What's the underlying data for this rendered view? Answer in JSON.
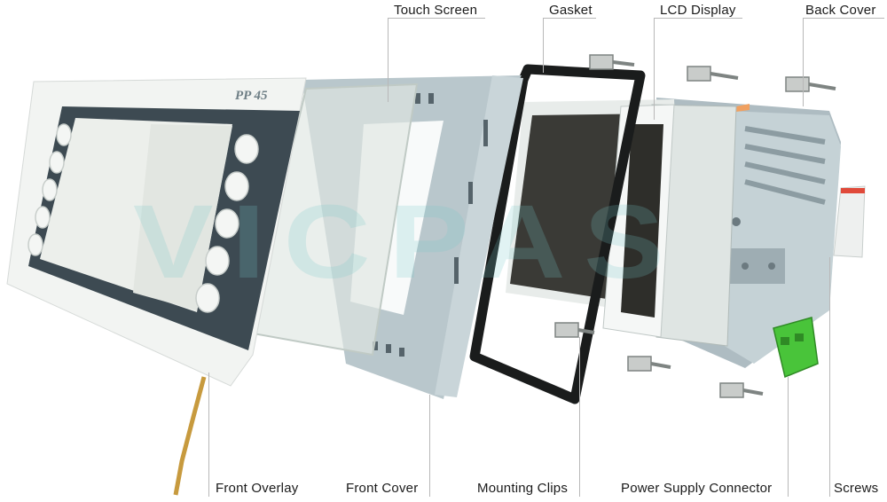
{
  "labels": {
    "top": {
      "touch_screen": "Touch Screen",
      "gasket": "Gasket",
      "lcd_display": "LCD Display",
      "back_cover": "Back Cover"
    },
    "bottom": {
      "front_overlay": "Front Overlay",
      "front_cover": "Front Cover",
      "mounting_clips": "Mounting Clips",
      "power_supply_connector": "Power Supply Connector",
      "screws": "Screws"
    }
  },
  "overlay_model_text": "PP 45",
  "watermark": "VICPAS",
  "colors": {
    "overlay_frame": "#3d4a52",
    "overlay_outer": "#f2f4f2",
    "frame_gray": "#b9c7cc",
    "gasket": "#1a1c1c",
    "connector_green": "#49c43a",
    "leader_line": "#b8b8b8"
  }
}
